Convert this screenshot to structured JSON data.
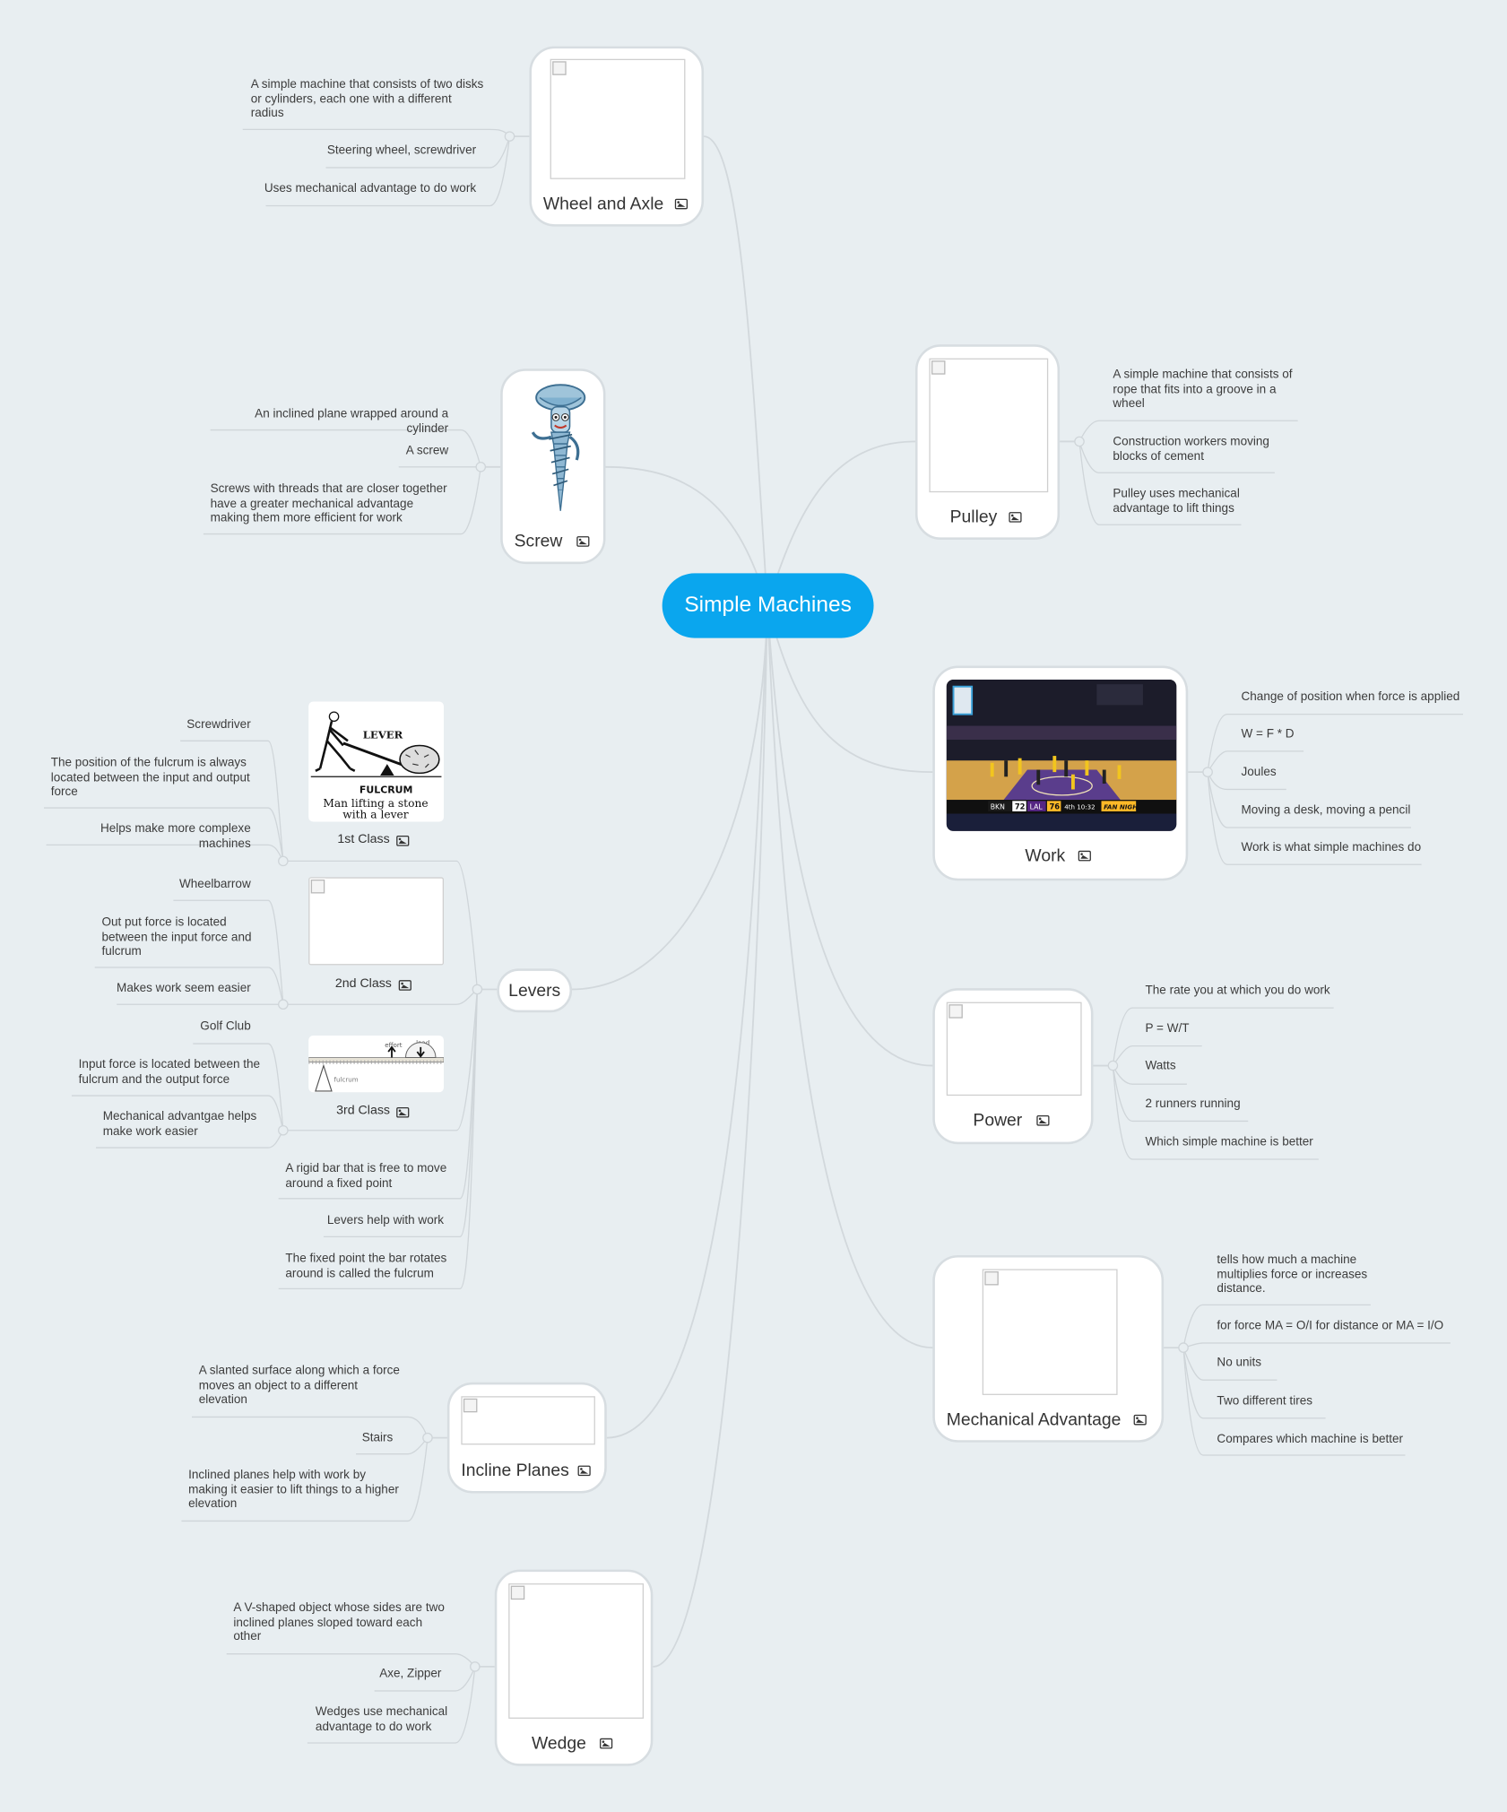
{
  "central": {
    "title": "Simple Machines"
  },
  "topics": {
    "wheel_axle": {
      "title": "Wheel and Axle",
      "icon": "image-icon",
      "leaves": [
        "A simple machine that consists of two disks or cylinders, each one with a different radius",
        "Steering wheel, screwdriver",
        "Uses mechanical advantage to do work"
      ]
    },
    "screw": {
      "title": "Screw",
      "icon": "image-icon",
      "leaves": [
        "An inclined plane wrapped around a cylinder",
        "A screw",
        "Screws with threads that are closer together have a greater  mechanical advantage making them more efficient for work"
      ]
    },
    "levers": {
      "title": "Levers",
      "first_class": {
        "title": "1st Class",
        "image_text": [
          "LEVER",
          "FULCRUM",
          "Man lifting a stone",
          "with a lever"
        ],
        "leaves": [
          "Screwdriver",
          "The position of the fulcrum is always located between the input and output force",
          "Helps make more complexe machines"
        ]
      },
      "second_class": {
        "title": "2nd Class",
        "leaves": [
          "Wheelbarrow",
          "Out put force is located between the input force and fulcrum",
          "Makes work seem easier"
        ]
      },
      "third_class": {
        "title": "3rd Class",
        "image_text": [
          "effort",
          "load",
          "fulcrum"
        ],
        "leaves": [
          "Golf Club",
          "Input force is located between the fulcrum and the output force",
          "Mechanical advantgae helps make work easier"
        ]
      },
      "leaves": [
        "A rigid bar that is free to move around a fixed point",
        "Levers help with work",
        "The fixed point the bar rotates around is called the fulcrum"
      ]
    },
    "incline_planes": {
      "title": "Incline Planes",
      "leaves": [
        "A slanted surface along which a force moves an object to a different elevation",
        "Stairs",
        "Inclined planes help with work by making it easier to lift things to a higher elevation"
      ]
    },
    "wedge": {
      "title": "Wedge",
      "leaves": [
        "A V-shaped object whose sides are two inclined planes sloped toward each other",
        "Axe, Zipper",
        "Wedges use mechanical advantage to do work"
      ]
    },
    "pulley": {
      "title": "Pulley",
      "leaves": [
        "A simple machine that consists of rope that fits into a groove in a wheel",
        "Construction workers moving blocks of cement",
        "Pulley uses mechanical advantage to lift things"
      ]
    },
    "work": {
      "title": "Work",
      "image_text": [
        "BKN",
        "72",
        "LAL",
        "76",
        "4th 10:32",
        "FAN NIGHT"
      ],
      "leaves": [
        "Change of position when force is applied",
        "W = F * D",
        "Joules",
        "Moving a desk, moving a pencil",
        "Work is what simple machines do"
      ]
    },
    "power": {
      "title": "Power",
      "leaves": [
        "The rate you at which you do work",
        "P = W/T",
        "Watts",
        "2 runners running",
        "Which simple machine is better"
      ]
    },
    "mechanical_advantage": {
      "title": "Mechanical Advantage",
      "leaves": [
        "tells how much a machine multiplies force or increases distance.",
        "for force MA = O/I for distance or MA = I/O",
        "No units",
        "Two different tires",
        "Compares which machine is better"
      ]
    }
  },
  "colors": {
    "central": "#0aa6ee",
    "background": "#e8eef1",
    "card_border": "#d7dde1",
    "line": "#d2d8dc"
  }
}
